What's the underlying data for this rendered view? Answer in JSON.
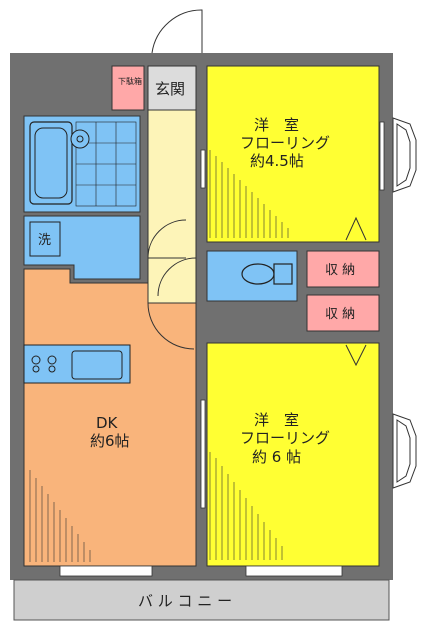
{
  "rooms": {
    "western_room_1": {
      "name": "洋　室",
      "floor": "フローリング",
      "size": "約4.5帖"
    },
    "western_room_2": {
      "name": "洋　室",
      "floor": "フローリング",
      "size": "約 6 帖"
    },
    "dk": {
      "name": "DK",
      "size": "約6帖"
    },
    "entrance": {
      "label": "玄関"
    },
    "shoe_box": {
      "label": "下駄箱"
    },
    "laundry": {
      "label": "洗"
    },
    "storage_1": {
      "label": "収 納"
    },
    "storage_2": {
      "label": "収 納"
    },
    "balcony": {
      "label": "バ ル コ ニ ー"
    }
  },
  "colors": {
    "wall": "#707070",
    "western_room": "#ffff33",
    "dk_floor": "#f9b47b",
    "water_area": "#7fc3f5",
    "hallway": "#fdf4b8",
    "storage": "#ffa8a8",
    "balcony": "#cfcfcf"
  }
}
